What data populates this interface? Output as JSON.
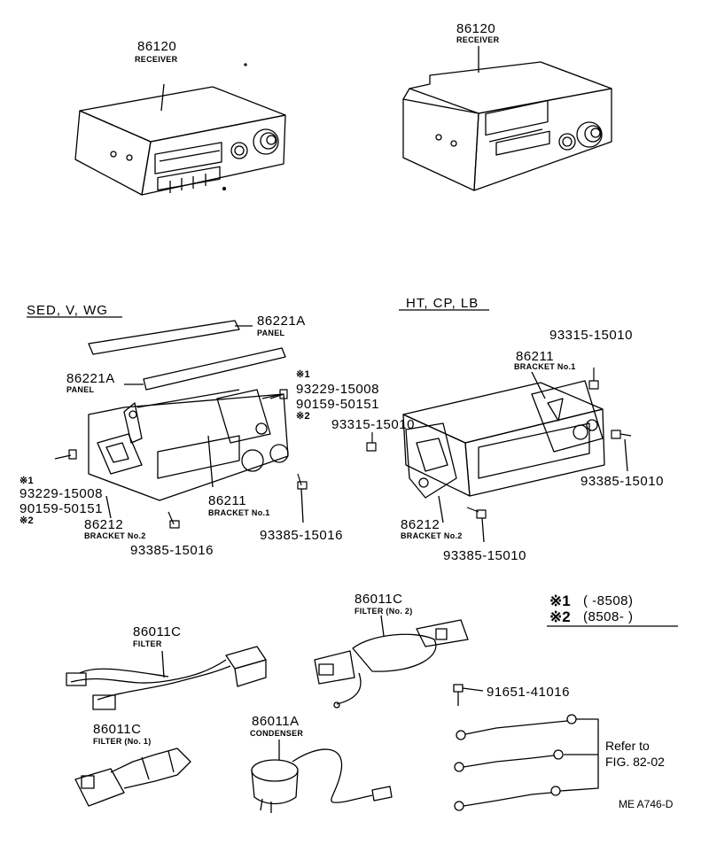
{
  "receiver_left": {
    "part_no": "86120",
    "name": "RECEIVER"
  },
  "receiver_right": {
    "part_no": "86120",
    "name": "RECEIVER"
  },
  "sections": {
    "left": "SED, V, WG",
    "right": "HT, CP, LB"
  },
  "left_group": {
    "panel_top": {
      "part_no": "86221A",
      "name": "PANEL"
    },
    "panel_mid": {
      "part_no": "86221A",
      "name": "PANEL"
    },
    "screw_top_note1": "※1",
    "screw_top_a": "93229-15008",
    "screw_top_b": "90159-50151",
    "screw_top_note2": "※2",
    "screw_left_note1": "※1",
    "screw_left_a": "93229-15008",
    "screw_left_b": "90159-50151",
    "screw_left_note2": "※2",
    "bracket1": {
      "part_no": "86211",
      "name": "BRACKET No.1"
    },
    "bracket2": {
      "part_no": "86212",
      "name": "BRACKET No.2"
    },
    "screw_bottom": "93385-15016",
    "screw_right": "93385-15016"
  },
  "right_group": {
    "screw_top": "93315-15010",
    "bracket1": {
      "part_no": "86211",
      "name": "BRACKET No.1"
    },
    "screw_left": "93315-15010",
    "screw_right": "93385-15010",
    "bracket2": {
      "part_no": "86212",
      "name": "BRACKET No.2"
    },
    "screw_bottom": "93385-15010"
  },
  "filter": {
    "part_no": "86011C",
    "name": "FILTER"
  },
  "filter_no1": {
    "part_no": "86011C",
    "name": "FILTER (No. 1)"
  },
  "filter_no2": {
    "part_no": "86011C",
    "name": "FILTER (No. 2)"
  },
  "condenser": {
    "part_no": "86011A",
    "name": "CONDENSER"
  },
  "bolt": "91651-41016",
  "notes": [
    {
      "mark": "※1",
      "text": "(        -8508)"
    },
    {
      "mark": "※2",
      "text": "(8508-        )"
    }
  ],
  "refer": {
    "line1": "Refer to",
    "line2": "FIG. 82-02"
  },
  "fig_code": "ME A746-D"
}
